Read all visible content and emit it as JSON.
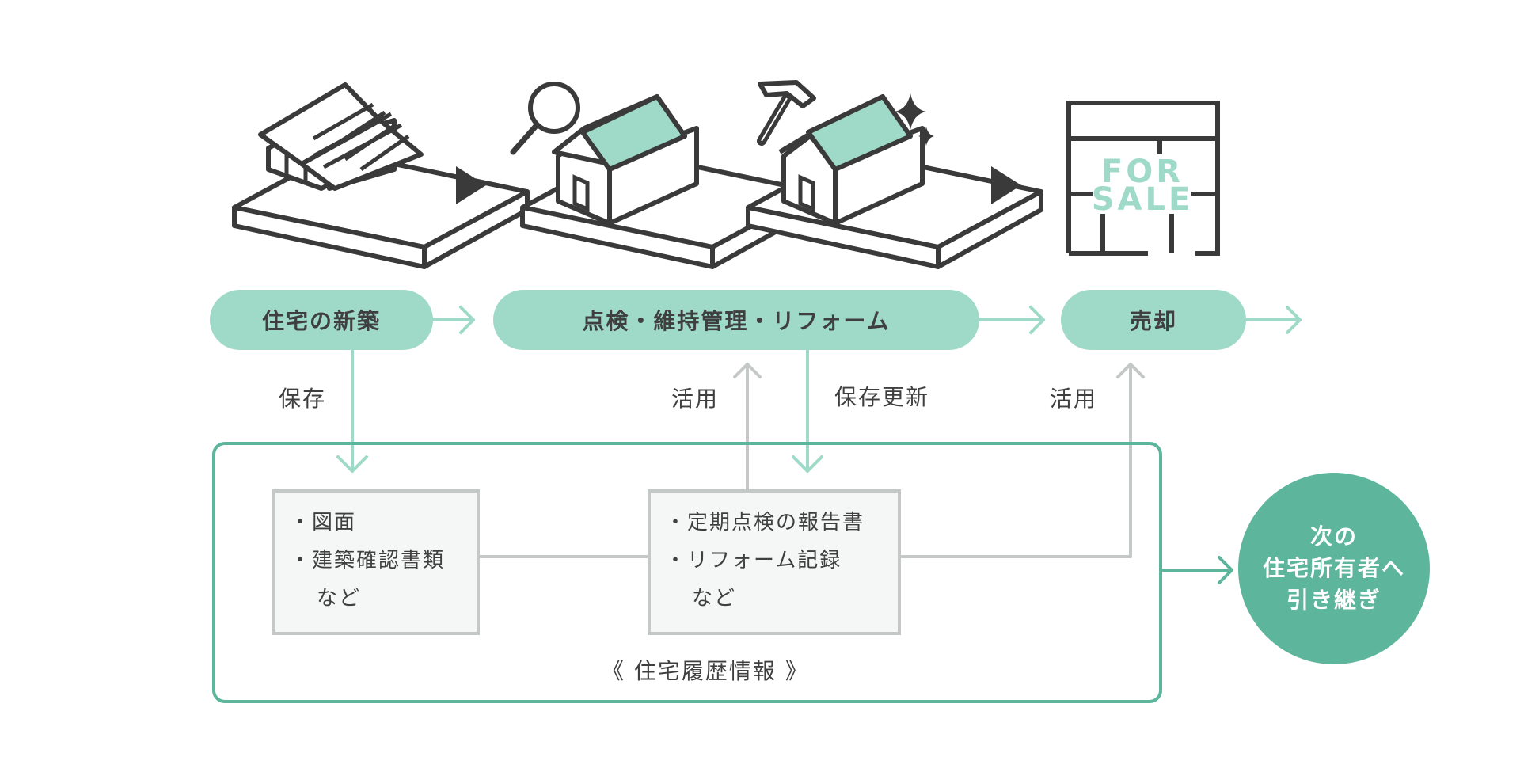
{
  "stages": {
    "new_build": "住宅の新築",
    "maintenance": "点検・維持管理・リフォーム",
    "sale": "売却"
  },
  "labels": {
    "save": "保存",
    "use_1": "活用",
    "save_update": "保存更新",
    "use_2": "活用"
  },
  "records_left": {
    "line1": "・図面",
    "line2": "・建築確認書類",
    "line3": "など"
  },
  "records_right": {
    "line1": "・定期点検の報告書",
    "line2": "・リフォーム記録",
    "line3": "など"
  },
  "history_caption": "《 住宅履歴情報 》",
  "next_owner": {
    "line1": "次の",
    "line2": "住宅所有者へ",
    "line3": "引き継ぎ"
  },
  "sign_text": {
    "top": "FOR",
    "bottom": "SALE"
  },
  "colors": {
    "accent_light": "#9fdac9",
    "accent_dark": "#5db59c",
    "line_dark": "#3a3a3a",
    "line_grey": "#c4c9c8"
  },
  "icons": [
    "house-frame-icon",
    "magnifier-icon",
    "house-inspection-icon",
    "hammer-icon",
    "sparkle-icon",
    "house-repaired-icon",
    "for-sale-floorplan-icon"
  ]
}
